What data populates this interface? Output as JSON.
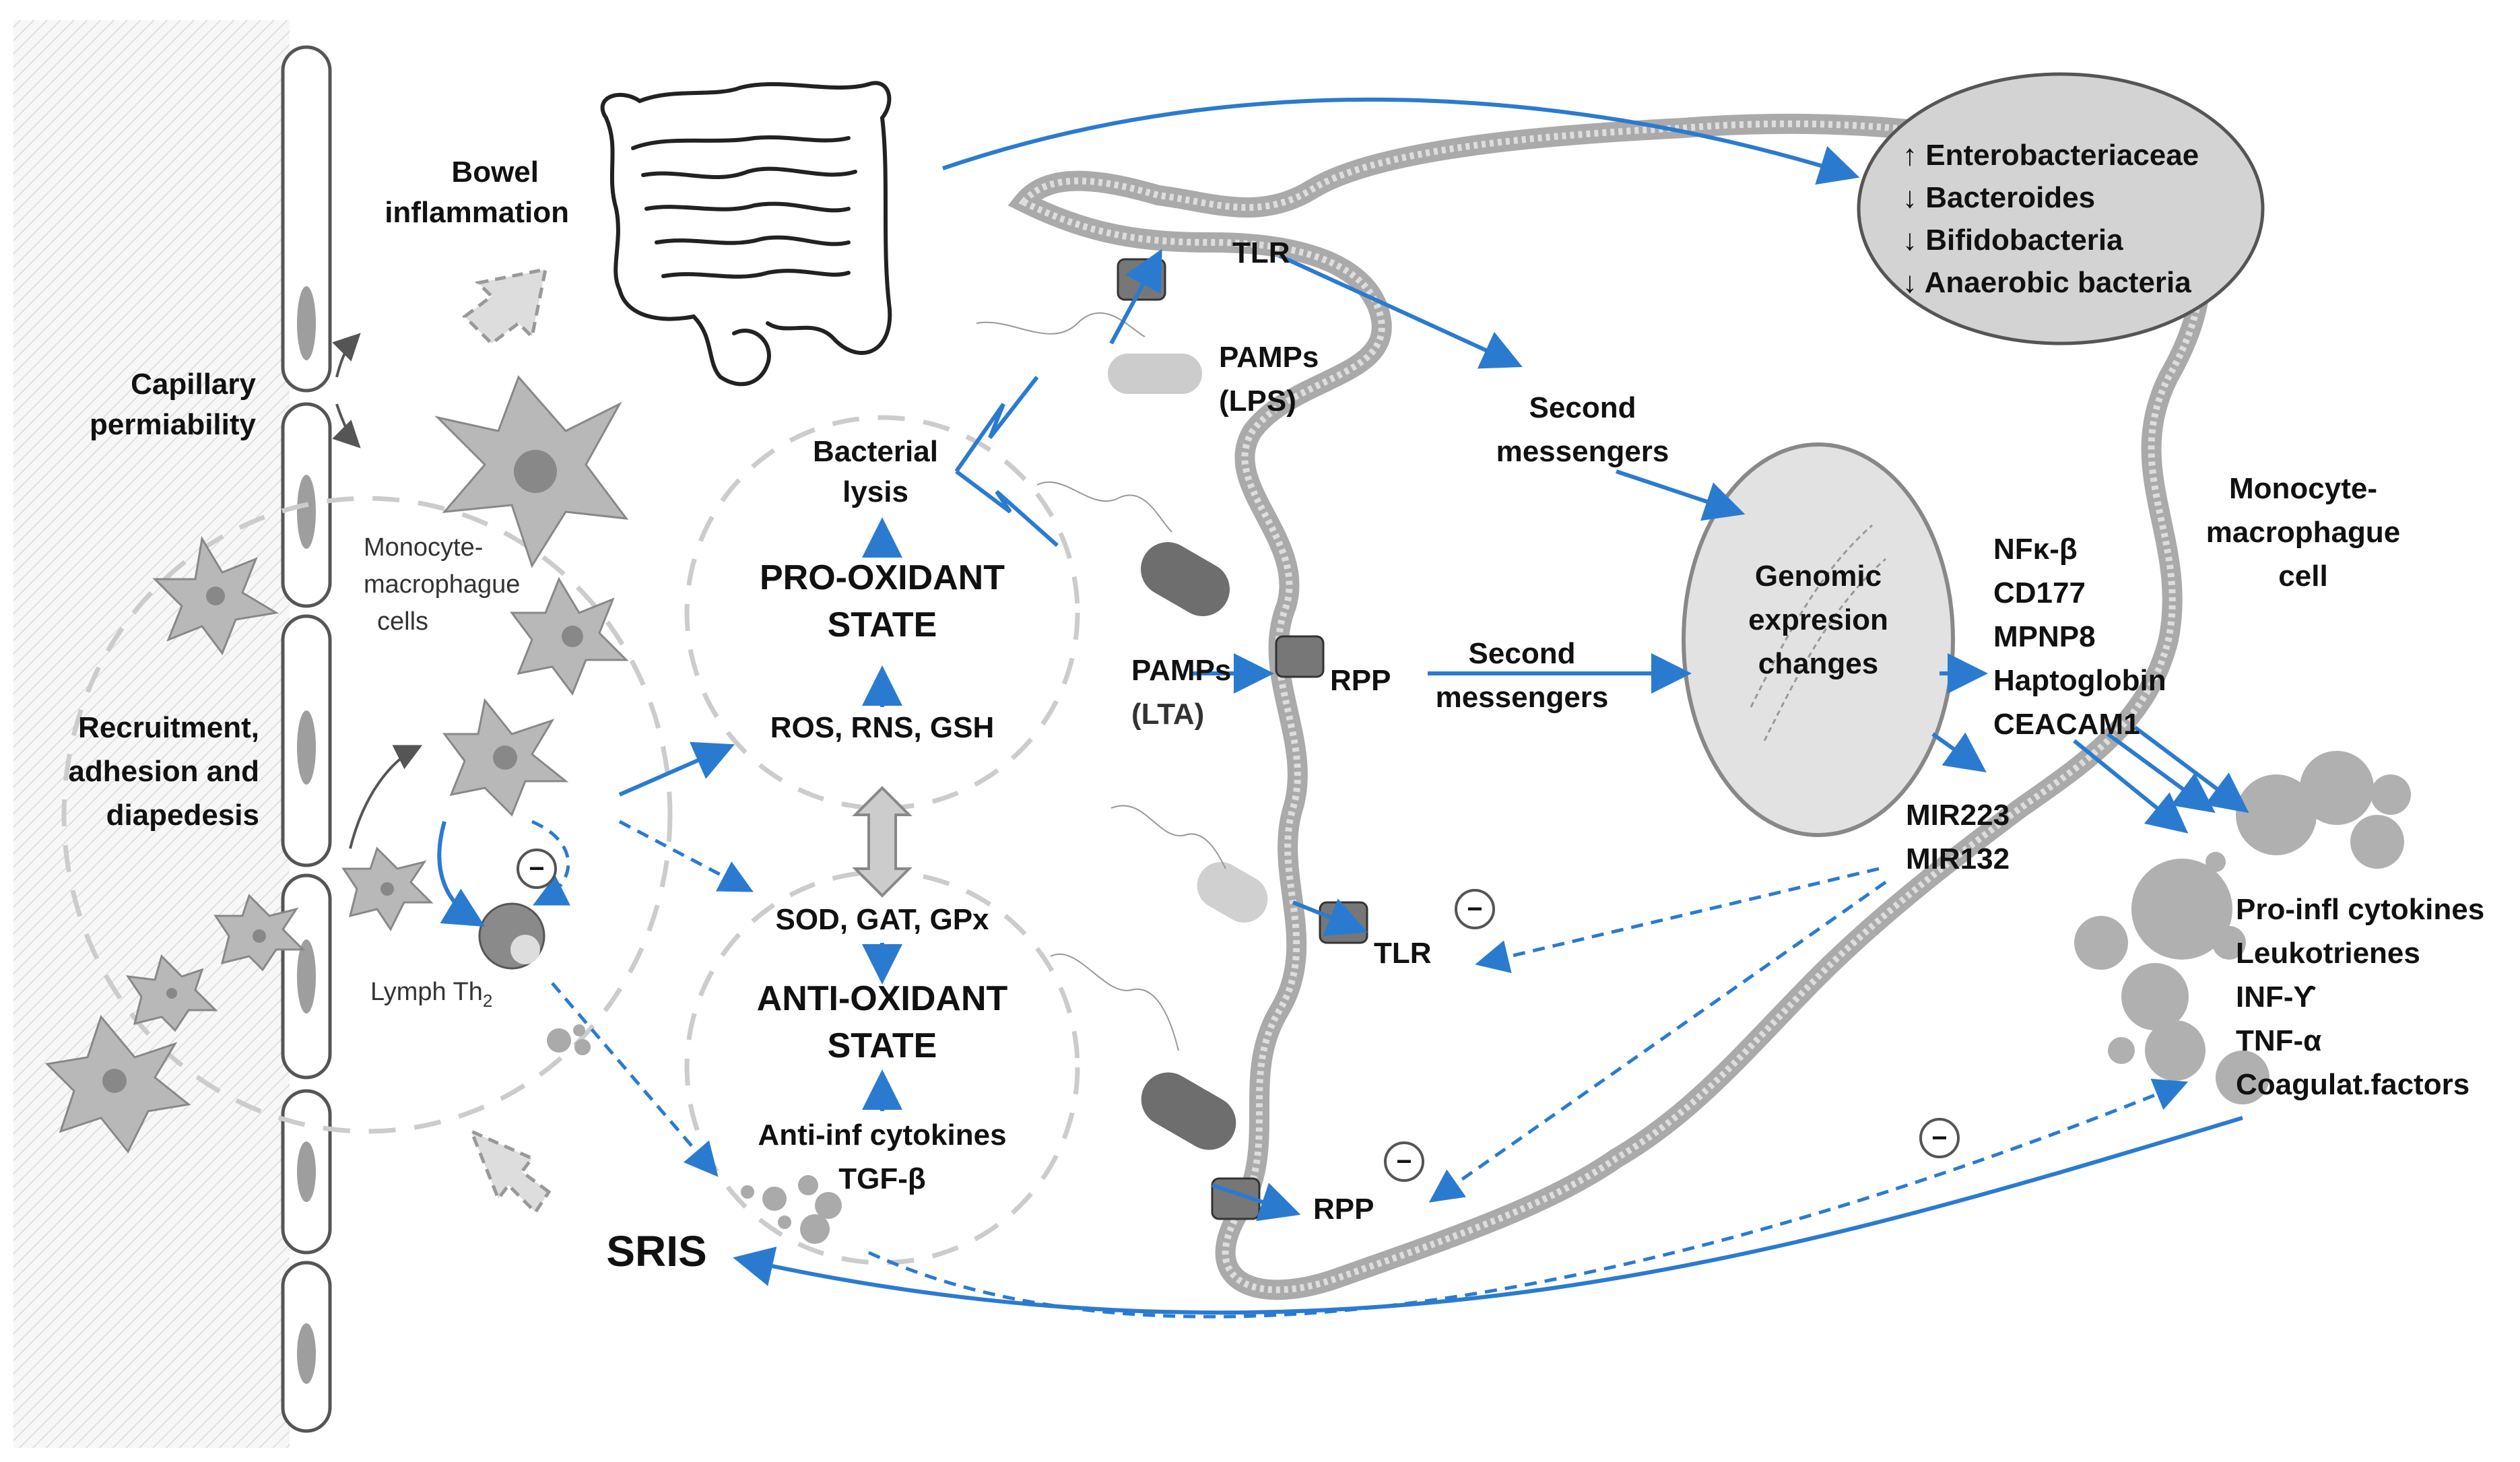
{
  "colors": {
    "arrow": "#2a7bd0",
    "cell": "#9e9e9e",
    "cell_dark": "#6a6a6a",
    "membrane": "#b0b0b0",
    "dash": "#cccccc",
    "ellipse_fill": "#dcdcdc"
  },
  "labels": {
    "bowel": [
      "Bowel",
      "inflammation"
    ],
    "capillary": [
      "Capillary",
      "permiability"
    ],
    "recruitment": [
      "Recruitment,",
      "adhesion and",
      "diapedesis"
    ],
    "mono_cells": [
      "Monocyte-",
      "macrophague",
      "cells"
    ],
    "lymph": "Lymph Th",
    "lymph_sub": "2",
    "sris": "SRIS",
    "bacterial_lysis": [
      "Bacterial",
      "lysis"
    ],
    "pro_oxidant": [
      "PRO-OXIDANT",
      "STATE"
    ],
    "ros": "ROS, RNS, GSH",
    "sod": "SOD, GAT, GPx",
    "anti_oxidant": [
      "ANTI-OXIDANT",
      "STATE"
    ],
    "anti_inf": [
      "Anti-inf cytokines",
      "TGF-β"
    ],
    "tlr_top": "TLR",
    "pamps_lps": [
      "PAMPs",
      "(LPS)"
    ],
    "pamps_lta": [
      "PAMPs",
      "(LTA)"
    ],
    "rpp_mid": "RPP",
    "tlr_low": "TLR",
    "rpp_low": "RPP",
    "second_top": [
      "Second",
      "messengers"
    ],
    "second_mid": [
      "Second",
      "messengers"
    ],
    "genomic": [
      "Genomic",
      "expresion",
      "changes"
    ],
    "genes": [
      "NFκ-β",
      "CD177",
      "MPNP8",
      "Haptoglobin",
      "CEACAM1"
    ],
    "mirs": [
      "MIR223",
      "MIR132"
    ],
    "mono_cell": [
      "Monocyte-",
      "macrophague",
      "cell"
    ],
    "bacteria": [
      "↑ Enterobacteriaceae",
      "↓ Bacteroides",
      "↓ Bifidobacteria",
      "↓ Anaerobic bacteria"
    ],
    "outputs": [
      "Pro-infl cytokines",
      "Leukotrienes",
      "INF-ϒ",
      "TNF-α",
      "Coagulat.factors"
    ],
    "minus": "−"
  }
}
